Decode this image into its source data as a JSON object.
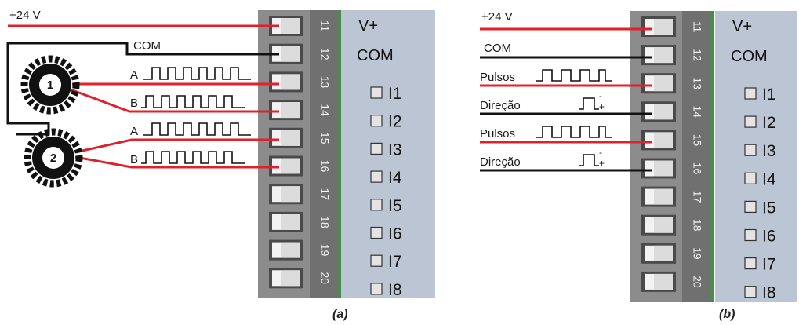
{
  "panel_a": {
    "supply_label": "+24 V",
    "com_label": "COM",
    "encoders": [
      {
        "number": "1",
        "signal_a": "A",
        "signal_b": "B"
      },
      {
        "number": "2",
        "signal_a": "A",
        "signal_b": "B"
      }
    ],
    "caption": "(a)"
  },
  "panel_b": {
    "supply_label": "+24 V",
    "com_label": "COM",
    "channels": [
      {
        "pulse_label": "Pulsos",
        "direction_label": "Direção",
        "dir_minus": "-",
        "dir_plus": "+"
      },
      {
        "pulse_label": "Pulsos",
        "direction_label": "Direção",
        "dir_minus": "-",
        "dir_plus": "+"
      }
    ],
    "caption": "(b)"
  },
  "module": {
    "terminal_numbers": [
      "11",
      "12",
      "13",
      "14",
      "15",
      "16",
      "17",
      "18",
      "19",
      "20"
    ],
    "vplus_label": "V+",
    "com_label": "COM",
    "inputs": [
      "I1",
      "I2",
      "I3",
      "I4",
      "I5",
      "I6",
      "I7",
      "I8"
    ]
  },
  "colors": {
    "wire_red": "#e0202a",
    "wire_black": "#111111",
    "terminal_block": "#8c8c8c",
    "number_strip": "#707070",
    "module_face": "#bcc5d3",
    "led": "#e4e4e4"
  }
}
